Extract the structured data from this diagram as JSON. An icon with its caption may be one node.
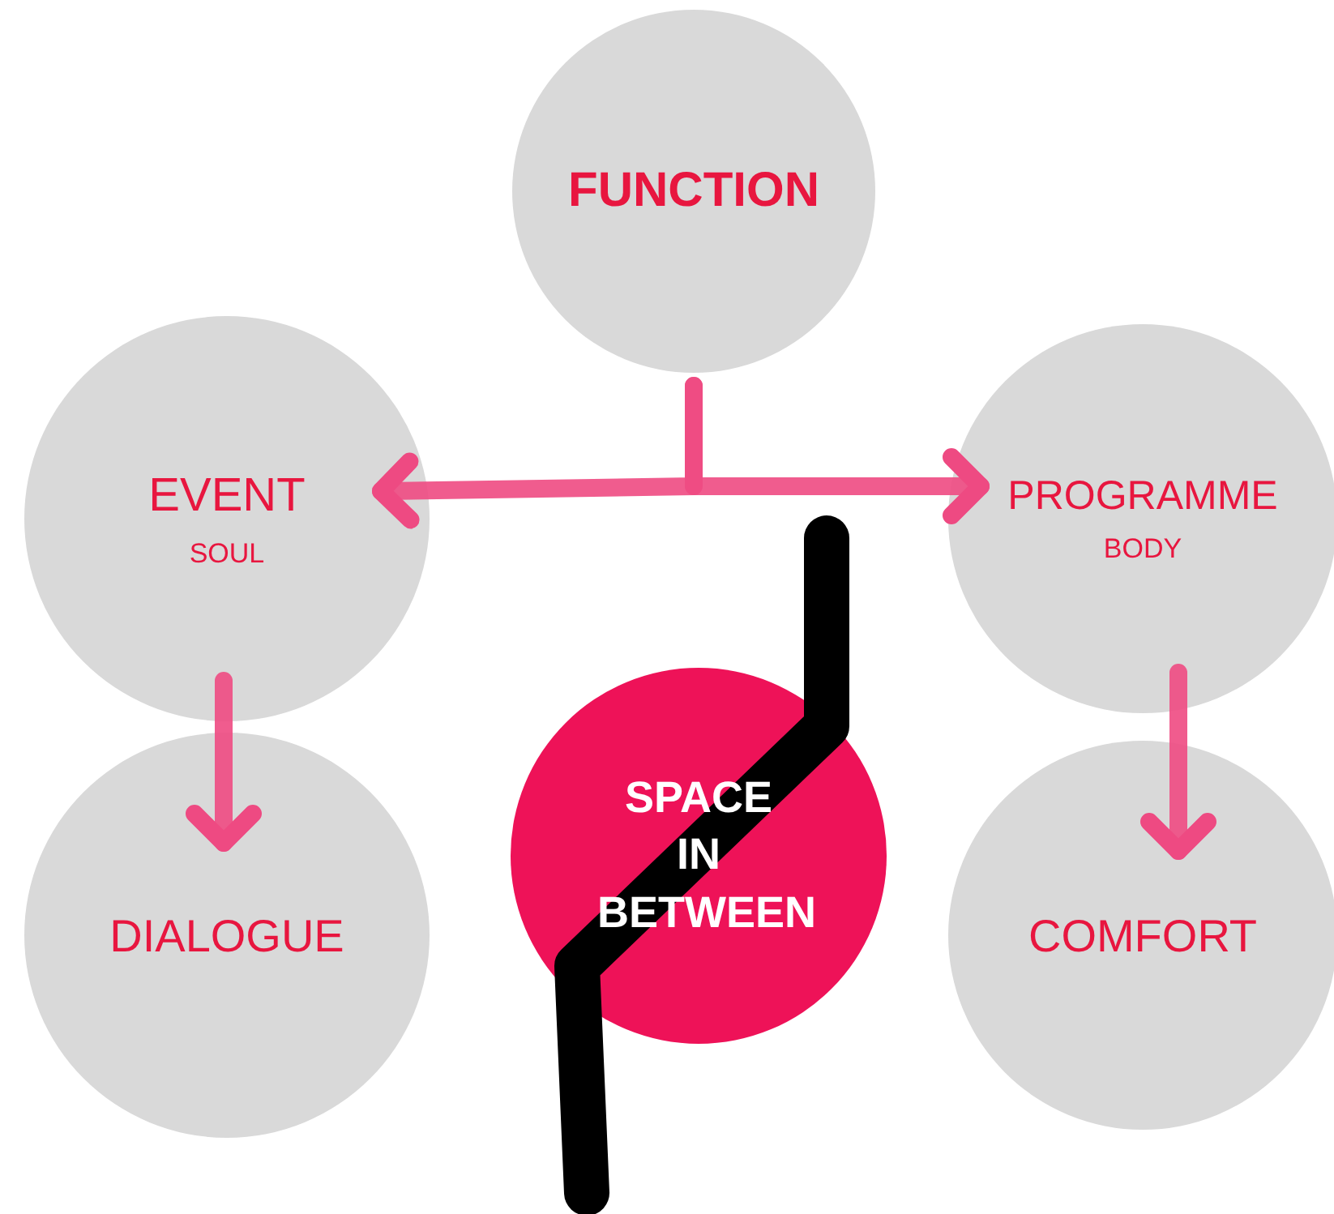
{
  "diagram": {
    "nodes": [
      {
        "text": [
          "FUNCTION"
        ]
      },
      {
        "text": [
          "EVENT",
          "SOUL"
        ]
      },
      {
        "text": [
          "PROGRAMME",
          "BODY"
        ]
      },
      {
        "text": [
          "DIALOGUE"
        ]
      },
      {
        "text": [
          "SPACE IN BETWEEN"
        ]
      },
      {
        "text": [
          "COMFORT"
        ]
      }
    ],
    "edges": [
      {
        "from": 0,
        "to": 1,
        "arrow": "to"
      },
      {
        "from": 0,
        "to": 2,
        "arrow": "to"
      },
      {
        "from": 1,
        "to": 3,
        "arrow": "to"
      },
      {
        "from": 2,
        "to": 5,
        "arrow": "to"
      }
    ]
  }
}
